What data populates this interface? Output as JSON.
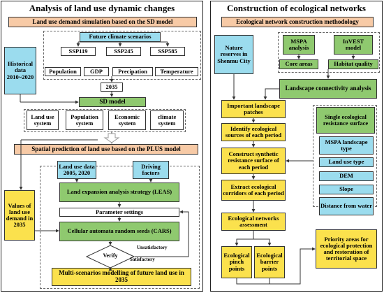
{
  "left": {
    "title": "Analysis of land use  dynamic changes",
    "sd_header": "Land use demand simulation based on the SD model",
    "future_climate": "Future climate scenarios",
    "ssp": [
      "SSP119",
      "SSP245",
      "SSP585"
    ],
    "historical": "Historical data 2010~2020",
    "drivers": [
      "Population",
      "GDP",
      "Precipation",
      "Temperature"
    ],
    "year": "2035",
    "sd_model": "SD model",
    "systems": [
      "Land use system",
      "Population system",
      "Economic system",
      "climate system"
    ],
    "plus_header": "Spatial prediction of land use based on the PLUS model",
    "land_use_data": "Land use data 2005,  2020",
    "driving_factors": "Driving factors",
    "values_demand": "Values of land use demand in 2035",
    "leas": "Land expansion analysis strategy (LEAS)",
    "param": "Parameter settings",
    "cars": "Cellular automata random seeds (CARS)",
    "verify": "Verify",
    "unsatisfactory": "Unsatisfactory",
    "satisfactory": "Satisfactory",
    "multi": "Multi-scenarios modelling of future land use in 2035"
  },
  "right": {
    "title": "Construction of ecological networks",
    "method_header": "Ecological network construction methodology",
    "nature_reserves": "Nature reserves in Shenmu City",
    "mspa_analysis": "MSPA analysis",
    "invest": "InVEST model",
    "core_areas": "Core areas",
    "habitat_quality": "Habitat quality",
    "landscape_conn": "Landscape connectivity analysis",
    "important_patches": "Important landscape patches",
    "identify_sources": "Identify ecological sources of each period",
    "construct_surface": "Construct synthetic resistance surface of each period",
    "extract_corridors": "Extract ecological corridors of each period",
    "network_assess": "Ecological networks assessment",
    "pinch": "Ecological pinch points",
    "barrier": "Ecological barrier points",
    "single_surface": "Single ecological resistance surface",
    "factors": [
      "MSPA landscape type",
      "Land use type",
      "DEM",
      "Slope",
      "Distance from water"
    ],
    "priority": "Priority areas for ecological protection and restoration of territorial space"
  },
  "colors": {
    "orange": "#f7caa6",
    "blue": "#9bdcee",
    "green": "#8fc96f",
    "yellow": "#fbe14d"
  }
}
